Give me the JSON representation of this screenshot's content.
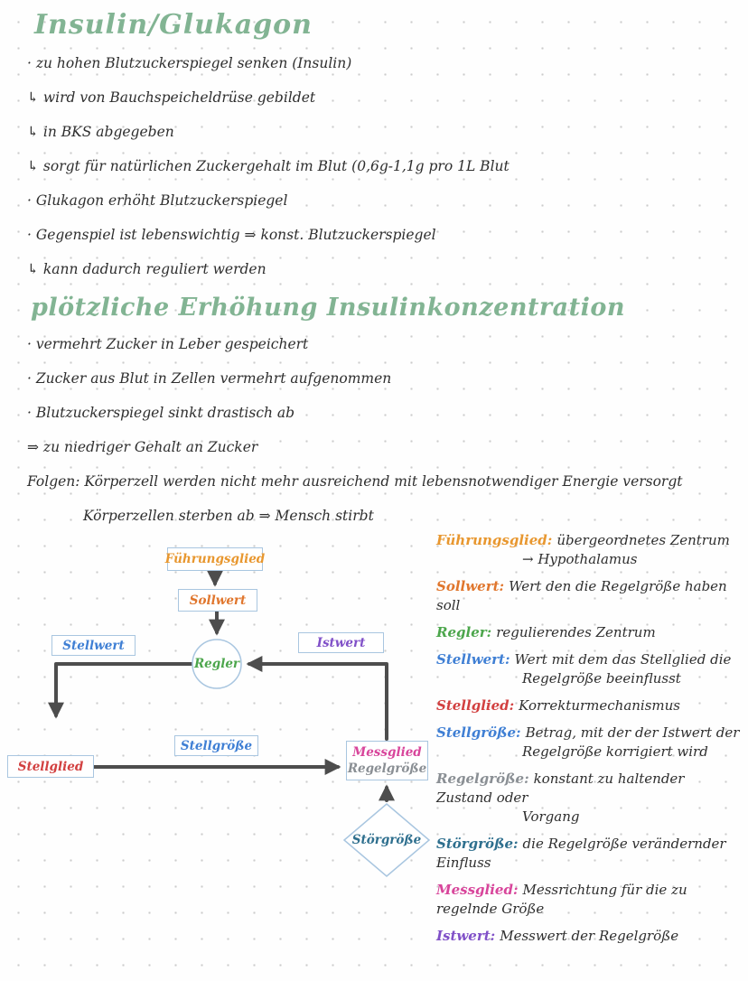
{
  "header": {
    "title": "Insulin/Glukagon",
    "heading2": "plötzliche Erhöhung Insulinkonzentration"
  },
  "notes1": [
    "· zu hohen Blutzuckerspiegel senken (Insulin)",
    "↳ wird von Bauchspeicheldrüse gebildet",
    "↳ in BKS abgegeben",
    "↳ sorgt für natürlichen Zuckergehalt im Blut (0,6g-1,1g pro 1L Blut",
    "· Glukagon erhöht Blutzuckerspiegel",
    "· Gegenspiel ist lebenswichtig ⇒ konst. Blutzuckerspiegel",
    "↳ kann dadurch reguliert werden"
  ],
  "notes2": [
    "· vermehrt Zucker in Leber gespeichert",
    "· Zucker aus Blut in Zellen vermehrt aufgenommen",
    "· Blutzuckerspiegel sinkt drastisch ab",
    "⇒ zu niedriger Gehalt an Zucker",
    "Folgen: Körperzell werden nicht mehr ausreichend mit lebensnotwendiger Energie versorgt",
    "Körperzellen sterben ab ⇒ Mensch stirbt"
  ],
  "diagram": {
    "fuehrungsglied": "Führungsglied",
    "sollwert": "Sollwert",
    "regler": "Regler",
    "stellwert": "Stellwert",
    "istwert": "Istwert",
    "stellglied": "Stellglied",
    "stellgroesse": "Stellgröße",
    "messglied": "Messglied",
    "regelgroesse": "Regelgröße",
    "stoergroesse": "Störgröße"
  },
  "colors": {
    "heading_green": "#82b493",
    "body_text": "#2e2e2e",
    "fuehrungsglied": "#e8972f",
    "sollwert": "#e0762d",
    "regler": "#4ca64c",
    "stellwert": "#3f7fd4",
    "istwert": "#8050c8",
    "stellglied": "#d24040",
    "stellgroesse": "#3f7fd4",
    "messglied": "#d8459b",
    "regelgroesse": "#8a8f94",
    "stoergroesse": "#2e6f8e",
    "line": "#4d4d4d",
    "box_border": "#a9c6e0"
  },
  "definitions": [
    {
      "term": "Führungsglied:",
      "text": "übergeordnetes Zentrum",
      "text2": "→ Hypothalamus",
      "color": "#e8972f"
    },
    {
      "term": "Sollwert:",
      "text": "Wert den die Regelgröße haben soll",
      "text2": "",
      "color": "#e0762d"
    },
    {
      "term": "Regler:",
      "text": "regulierendes Zentrum",
      "text2": "",
      "color": "#4ca64c"
    },
    {
      "term": "Stellwert:",
      "text": "Wert mit dem das Stellglied die",
      "text2": "Regelgröße beeinflusst",
      "color": "#3f7fd4"
    },
    {
      "term": "Stellglied:",
      "text": "Korrekturmechanismus",
      "text2": "",
      "color": "#d24040"
    },
    {
      "term": "Stellgröße:",
      "text": "Betrag, mit der der Istwert der",
      "text2": "Regelgröße korrigiert wird",
      "color": "#3f7fd4"
    },
    {
      "term": "Regelgröße:",
      "text": "konstant zu haltender Zustand oder",
      "text2": "Vorgang",
      "color": "#8a8f94"
    },
    {
      "term": "Störgröße:",
      "text": "die Regelgröße verändernder Einfluss",
      "text2": "",
      "color": "#2e6f8e"
    },
    {
      "term": "Messglied:",
      "text": "Messrichtung für die zu regelnde Größe",
      "text2": "",
      "color": "#d8459b"
    },
    {
      "term": "Istwert:",
      "text": "Messwert der Regelgröße",
      "text2": "",
      "color": "#8050c8"
    }
  ]
}
